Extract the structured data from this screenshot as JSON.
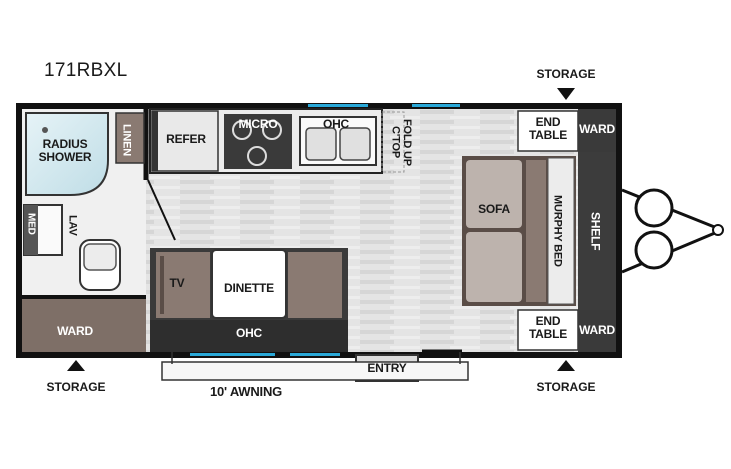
{
  "model_name": "171RBXL",
  "labels": {
    "radius_shower": "RADIUS SHOWER",
    "linen": "LINEN",
    "refer": "REFER",
    "micro": "MICRO",
    "ohc_top": "OHC",
    "fold_up_ctop": "FOLD UP C'TOP",
    "end_table_top": "END TABLE",
    "ward_top_right": "WARD",
    "sofa": "SOFA",
    "murphy_bed": "MURPHY BED",
    "shelf": "SHELF",
    "med": "MED",
    "lav": "LAV",
    "tv": "TV",
    "dinette": "DINETTE",
    "ohc_bottom": "OHC",
    "end_table_bottom": "END TABLE",
    "ward_bottom_right": "WARD",
    "ward_bottom_left": "WARD",
    "entry": "ENTRY",
    "awning": "10' AWNING",
    "storage_top_right": "STORAGE",
    "storage_bottom_left": "STORAGE",
    "storage_bottom_right": "STORAGE"
  },
  "colors": {
    "wall": "#111111",
    "floor": "#e3e3e3",
    "cabinet_dark": "#4a4a4a",
    "furniture_brown": "#8a7a72",
    "cushion_light": "#bdb3ad",
    "window": "#29a8d8",
    "shower": "#cfe7ee"
  }
}
